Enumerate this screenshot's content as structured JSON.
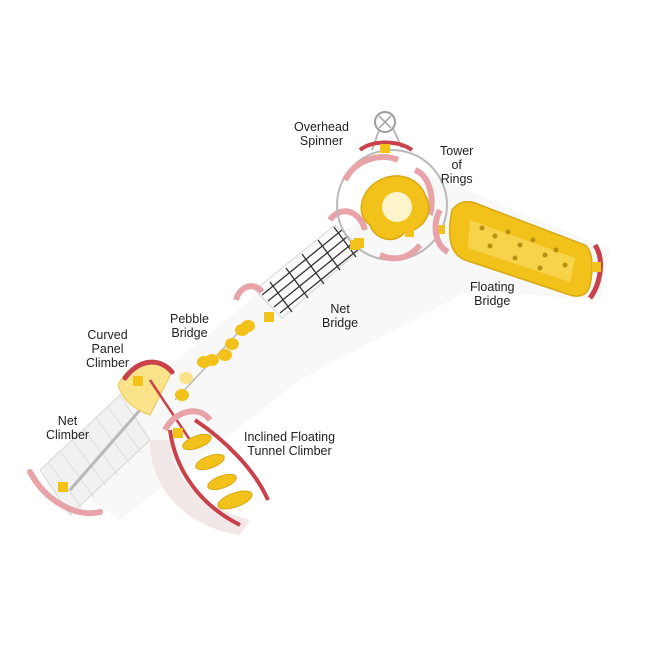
{
  "labels": {
    "overhead_spinner": [
      "Overhead",
      "Spinner"
    ],
    "tower_of_rings": [
      "Tower",
      "of",
      "Rings"
    ],
    "floating_bridge": [
      "Floating",
      "Bridge"
    ],
    "net_bridge": [
      "Net",
      "Bridge"
    ],
    "pebble_bridge": [
      "Pebble",
      "Bridge"
    ],
    "curved_panel_climber": [
      "Curved",
      "Panel",
      "Climber"
    ],
    "net_climber": [
      "Net",
      "Climber"
    ],
    "inclined_floating_tunnel_climber": [
      "Inclined Floating",
      "Tunnel Climber"
    ]
  },
  "colors": {
    "background": "#ffffff",
    "rail_red": "#c9414a",
    "rail_pink": "#e8a3a8",
    "plastic_yellow": "#f2c21b",
    "plastic_yellow_light": "#fbe38a",
    "frame_gray": "#b9b9b9",
    "net_dark": "#333333",
    "text": "#1f1f1f"
  }
}
